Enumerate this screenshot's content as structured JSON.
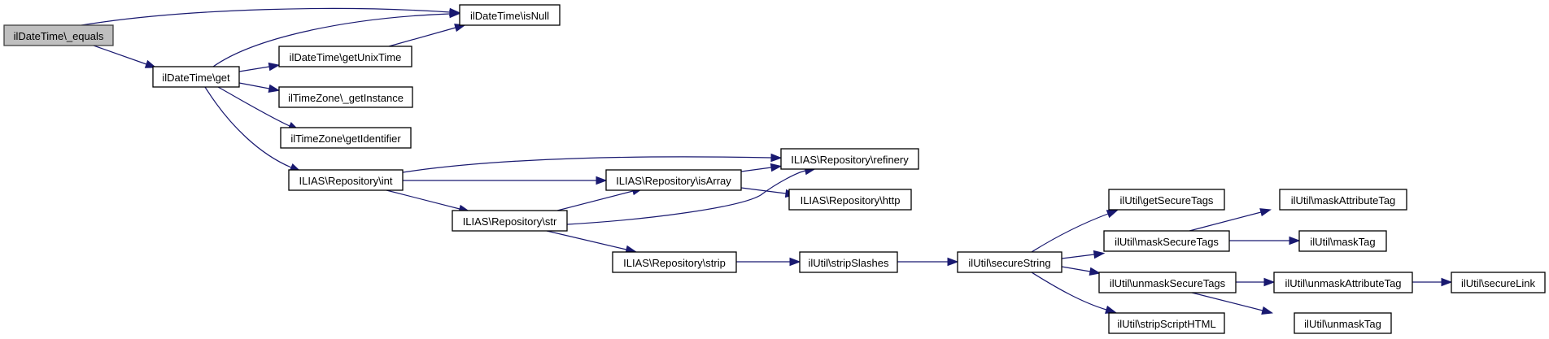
{
  "graph": {
    "type": "call-graph",
    "root": "n0",
    "colors": {
      "edge": "#191970",
      "root_fill": "#bfbfbf",
      "node_fill": "#ffffff",
      "node_border": "#000000"
    },
    "nodes": [
      {
        "id": "n0",
        "label": "ilDateTime\\_equals"
      },
      {
        "id": "n1",
        "label": "ilDateTime\\get"
      },
      {
        "id": "n2",
        "label": "ilDateTime\\isNull"
      },
      {
        "id": "n3",
        "label": "ilDateTime\\getUnixTime"
      },
      {
        "id": "n4",
        "label": "ilTimeZone\\_getInstance"
      },
      {
        "id": "n5",
        "label": "ilTimeZone\\getIdentifier"
      },
      {
        "id": "n6",
        "label": "ILIAS\\Repository\\int"
      },
      {
        "id": "n7",
        "label": "ILIAS\\Repository\\refinery"
      },
      {
        "id": "n8",
        "label": "ILIAS\\Repository\\isArray"
      },
      {
        "id": "n9",
        "label": "ILIAS\\Repository\\str"
      },
      {
        "id": "n10",
        "label": "ILIAS\\Repository\\http"
      },
      {
        "id": "n11",
        "label": "ILIAS\\Repository\\strip"
      },
      {
        "id": "n12",
        "label": "ilUtil\\stripSlashes"
      },
      {
        "id": "n13",
        "label": "ilUtil\\secureString"
      },
      {
        "id": "n14",
        "label": "ilUtil\\getSecureTags"
      },
      {
        "id": "n15",
        "label": "ilUtil\\maskSecureTags"
      },
      {
        "id": "n16",
        "label": "ilUtil\\unmaskSecureTags"
      },
      {
        "id": "n17",
        "label": "ilUtil\\stripScriptHTML"
      },
      {
        "id": "n18",
        "label": "ilUtil\\maskAttributeTag"
      },
      {
        "id": "n19",
        "label": "ilUtil\\maskTag"
      },
      {
        "id": "n20",
        "label": "ilUtil\\unmaskAttributeTag"
      },
      {
        "id": "n21",
        "label": "ilUtil\\unmaskTag"
      },
      {
        "id": "n22",
        "label": "ilUtil\\secureLink"
      }
    ],
    "edges": [
      {
        "from": "n0",
        "to": "n2"
      },
      {
        "from": "n0",
        "to": "n1"
      },
      {
        "from": "n1",
        "to": "n2"
      },
      {
        "from": "n1",
        "to": "n3"
      },
      {
        "from": "n1",
        "to": "n4"
      },
      {
        "from": "n1",
        "to": "n5"
      },
      {
        "from": "n1",
        "to": "n6"
      },
      {
        "from": "n3",
        "to": "n2"
      },
      {
        "from": "n6",
        "to": "n7"
      },
      {
        "from": "n6",
        "to": "n8"
      },
      {
        "from": "n6",
        "to": "n9"
      },
      {
        "from": "n8",
        "to": "n7"
      },
      {
        "from": "n8",
        "to": "n10"
      },
      {
        "from": "n9",
        "to": "n8"
      },
      {
        "from": "n9",
        "to": "n7"
      },
      {
        "from": "n9",
        "to": "n11"
      },
      {
        "from": "n11",
        "to": "n12"
      },
      {
        "from": "n12",
        "to": "n13"
      },
      {
        "from": "n13",
        "to": "n14"
      },
      {
        "from": "n13",
        "to": "n15"
      },
      {
        "from": "n13",
        "to": "n16"
      },
      {
        "from": "n13",
        "to": "n17"
      },
      {
        "from": "n15",
        "to": "n18"
      },
      {
        "from": "n15",
        "to": "n19"
      },
      {
        "from": "n16",
        "to": "n20"
      },
      {
        "from": "n16",
        "to": "n21"
      },
      {
        "from": "n20",
        "to": "n22"
      }
    ]
  }
}
